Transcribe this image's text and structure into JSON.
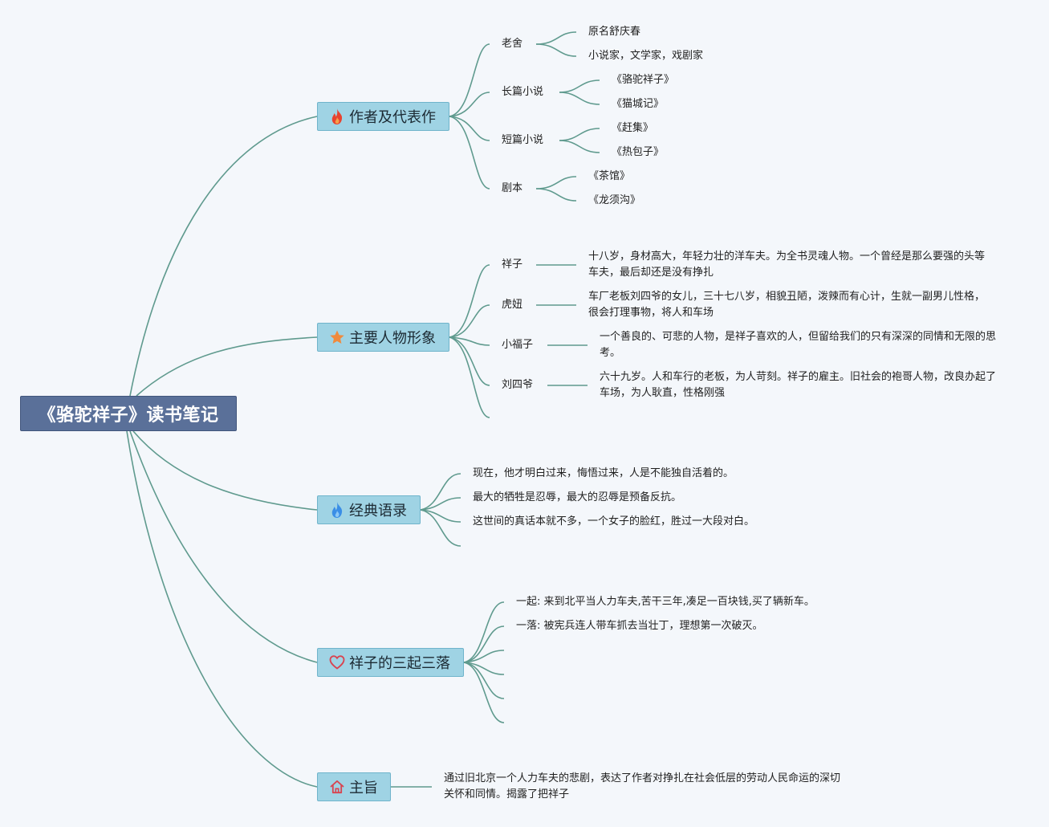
{
  "root": {
    "title": "《骆驼祥子》读书笔记"
  },
  "branches": {
    "author": {
      "label": "作者及代表作",
      "icon": "fire-icon",
      "laoshe": {
        "label": "老舍",
        "items": [
          "原名舒庆春",
          "小说家，文学家，戏剧家"
        ]
      },
      "novels": {
        "label": "长篇小说",
        "items": [
          "《骆驼祥子》",
          "《猫城记》"
        ]
      },
      "stories": {
        "label": "短篇小说",
        "items": [
          "《赶集》",
          "《热包子》"
        ]
      },
      "plays": {
        "label": "剧本",
        "items": [
          "《茶馆》",
          "《龙须沟》"
        ]
      }
    },
    "characters": {
      "label": "主要人物形象",
      "icon": "star-icon",
      "items": [
        {
          "name": "祥子",
          "desc": "十八岁，身材高大，年轻力壮的洋车夫。为全书灵魂人物。一个曾经是那么要强的头等车夫，最后却还是没有挣扎"
        },
        {
          "name": "虎妞",
          "desc": "车厂老板刘四爷的女儿，三十七八岁，相貌丑陋，泼辣而有心计，生就一副男儿性格，很会打理事物，将人和车场"
        },
        {
          "name": "小福子",
          "desc": "一个善良的、可悲的人物，是祥子喜欢的人，但留给我们的只有深深的同情和无限的思考。"
        },
        {
          "name": "刘四爷",
          "desc": "六十九岁。人和车行的老板，为人苛刻。祥子的雇主。旧社会的袍哥人物，改良办起了车场，为人耿直，性格刚强"
        }
      ]
    },
    "quotes": {
      "label": "经典语录",
      "icon": "flame-drop-icon",
      "items": [
        "现在，他才明白过来，悔悟过来，人是不能独自活着的。",
        "最大的牺牲是忍辱，最大的忍辱是预备反抗。",
        "这世间的真话本就不多，一个女子的脸红，胜过一大段对白。"
      ]
    },
    "ups_downs": {
      "label": "祥子的三起三落",
      "icon": "heart-icon",
      "items": [
        "一起: 来到北平当人力车夫,苦干三年,凑足一百块钱,买了辆新车。",
        "一落: 被宪兵连人带车抓去当壮丁，理想第一次破灭。"
      ]
    },
    "theme": {
      "label": "主旨",
      "icon": "home-icon",
      "text": "通过旧北京一个人力车夫的悲剧，表达了作者对挣扎在社会低层的劳动人民命运的深切关怀和同情。揭露了把祥子"
    }
  },
  "colors": {
    "background": "#f4f7fb",
    "root_fill": "#5a7099",
    "branch_fill": "#9fd3e4",
    "connector": "#5f9a8e",
    "fire": "#e8432f",
    "star": "#f08a3c",
    "flame_drop": "#3a8ee6",
    "heart": "#d9434f",
    "home": "#d9434f"
  }
}
